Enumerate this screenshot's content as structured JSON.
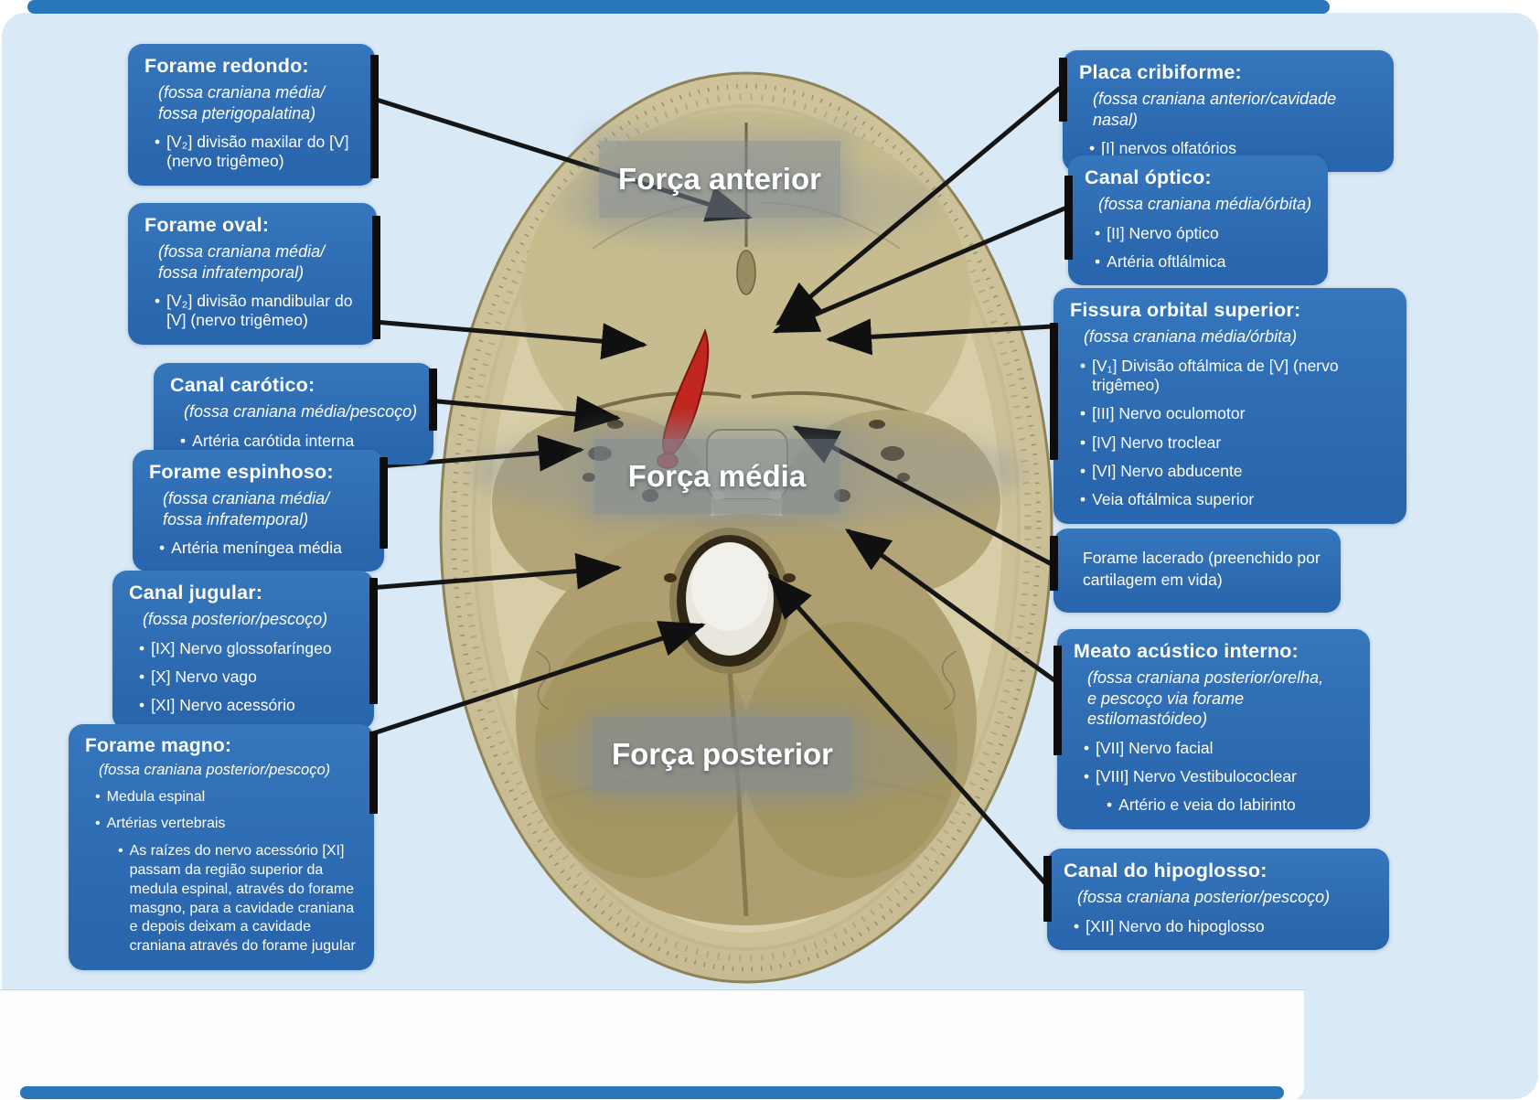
{
  "figure": {
    "background_color": "#d9e9f6",
    "accent_color": "#2a66ad",
    "region_labels": {
      "anterior": "Força anterior",
      "media": "Força média",
      "posterior": "Força posterior"
    },
    "boxes": [
      {
        "id": "redondo",
        "side": "left",
        "title": "Forame redondo:",
        "subtitle": [
          "(fossa craniana média/",
          "fossa pterigopalatina)"
        ],
        "bullets": [
          {
            "text": "[V₂] divisão maxilar do [V] (nervo trigêmeo)"
          }
        ]
      },
      {
        "id": "oval",
        "side": "left",
        "title": "Forame oval:",
        "subtitle": [
          "(fossa craniana média/",
          "fossa infratemporal)"
        ],
        "bullets": [
          {
            "text": "[V₂] divisão mandibular do  [V] (nervo trigêmeo)"
          }
        ]
      },
      {
        "id": "carotico",
        "side": "left",
        "title": "Canal carótico:",
        "subtitle": [
          "(fossa craniana média/pescoço)"
        ],
        "bullets": [
          {
            "text": "Artéria carótida interna"
          }
        ]
      },
      {
        "id": "espinhoso",
        "side": "left",
        "title": "Forame espinhoso:",
        "subtitle": [
          "(fossa craniana média/",
          "fossa infratemporal)"
        ],
        "bullets": [
          {
            "text": "Artéria meníngea média"
          }
        ]
      },
      {
        "id": "jugular",
        "side": "left",
        "title": "Canal jugular:",
        "subtitle": [
          "(fossa posterior/pescoço)"
        ],
        "bullets": [
          {
            "text": "[IX] Nervo glossofaríngeo"
          },
          {
            "text": "[X] Nervo vago"
          },
          {
            "text": "[XI] Nervo acessório"
          }
        ]
      },
      {
        "id": "magno",
        "side": "left",
        "title": "Forame magno:",
        "subtitle": [
          "(fossa craniana posterior/pescoço)"
        ],
        "bullets": [
          {
            "text": "Medula espinal"
          },
          {
            "text": "Artérias vertebrais"
          },
          {
            "text": "As raízes do nervo acessório [XI] passam da região superior da medula espinal, através do forame masgno, para a cavidade craniana e depois deixam a cavidade craniana através do forame jugular",
            "indent": true
          }
        ]
      },
      {
        "id": "cribiforme",
        "side": "right",
        "title": "Placa cribiforme:",
        "subtitle": [
          "(fossa craniana anterior/cavidade nasal)"
        ],
        "bullets": [
          {
            "text": "[I] nervos olfatórios"
          }
        ]
      },
      {
        "id": "optico",
        "side": "right",
        "title": "Canal óptico:",
        "subtitle": [
          "(fossa craniana média/órbita)"
        ],
        "bullets": [
          {
            "text": "[II] Nervo óptico"
          },
          {
            "text": "Artéria oftlálmica"
          }
        ]
      },
      {
        "id": "fissura",
        "side": "right",
        "title": "Fissura orbital superior:",
        "subtitle": [
          "(fossa craniana média/órbita)"
        ],
        "bullets": [
          {
            "text": "[V₁] Divisão oftálmica de [V] (nervo trigêmeo)"
          },
          {
            "text": "[III] Nervo oculomotor"
          },
          {
            "text": "[IV] Nervo troclear"
          },
          {
            "text": "[VI] Nervo abducente"
          },
          {
            "text": "Veia oftálmica superior"
          }
        ]
      },
      {
        "id": "lacerado",
        "side": "right",
        "title": "",
        "subtitle": [],
        "plain_text": "Forame lacerado (preenchido por cartilagem em vida)",
        "bullets": []
      },
      {
        "id": "meato",
        "side": "right",
        "title": "Meato acústico interno:",
        "subtitle": [
          "(fossa craniana posterior/orelha,",
          "e pescoço via forame estilomastóideo)"
        ],
        "bullets": [
          {
            "text": "[VII] Nervo facial"
          },
          {
            "text": "[VIII] Nervo Vestibulococlear"
          },
          {
            "text": "Artério e veia do labirinto",
            "indent": true
          }
        ]
      },
      {
        "id": "hipoglosso",
        "side": "right",
        "title": "Canal do hipoglosso:",
        "subtitle": [
          "(fossa craniana posterior/pescoço)"
        ],
        "bullets": [
          {
            "text": "[XII] Nervo do hipoglosso"
          }
        ]
      }
    ]
  }
}
